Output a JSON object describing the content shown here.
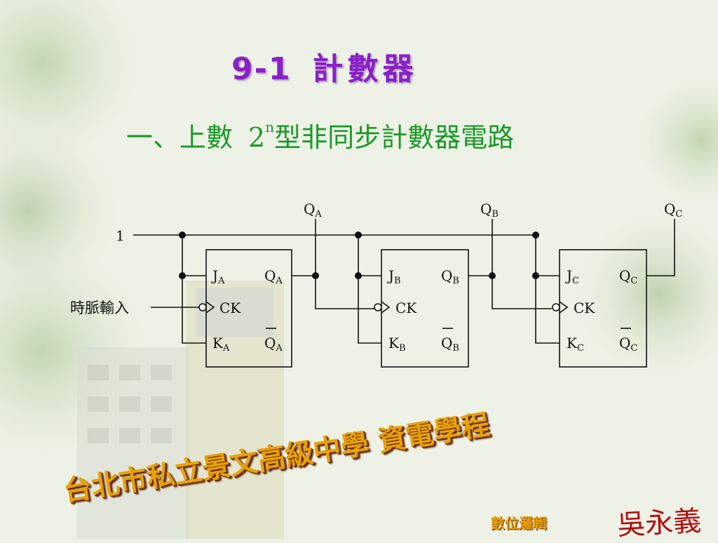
{
  "slide": {
    "title_number": "9-1",
    "title_text": "計數器",
    "subtitle_prefix": "一、上數",
    "subtitle_base": "2",
    "subtitle_exponent": "n",
    "subtitle_suffix": "型非同步計數器電路"
  },
  "circuit": {
    "input_high_label": "1",
    "clock_input_label": "時脈輸入",
    "outputs": [
      {
        "main": "Q",
        "sub": "A"
      },
      {
        "main": "Q",
        "sub": "B"
      },
      {
        "main": "Q",
        "sub": "C"
      }
    ],
    "flipflops": [
      {
        "j_main": "J",
        "k_main": "K",
        "q_main": "Q",
        "qbar_main": "Q",
        "ck": "CK",
        "sub": "A"
      },
      {
        "j_main": "J",
        "k_main": "K",
        "q_main": "Q",
        "qbar_main": "Q",
        "ck": "CK",
        "sub": "B"
      },
      {
        "j_main": "J",
        "k_main": "K",
        "q_main": "Q",
        "qbar_main": "Q",
        "ck": "CK",
        "sub": "C"
      }
    ]
  },
  "footer": {
    "school": "台北市私立景文高級中學 資電學程",
    "course": "數位邏輯",
    "signature": "吳永義"
  },
  "colors": {
    "title": "#8a1fc9",
    "subtitle": "#1a9a28",
    "footer": "#e8a200",
    "signature": "#b01010"
  }
}
